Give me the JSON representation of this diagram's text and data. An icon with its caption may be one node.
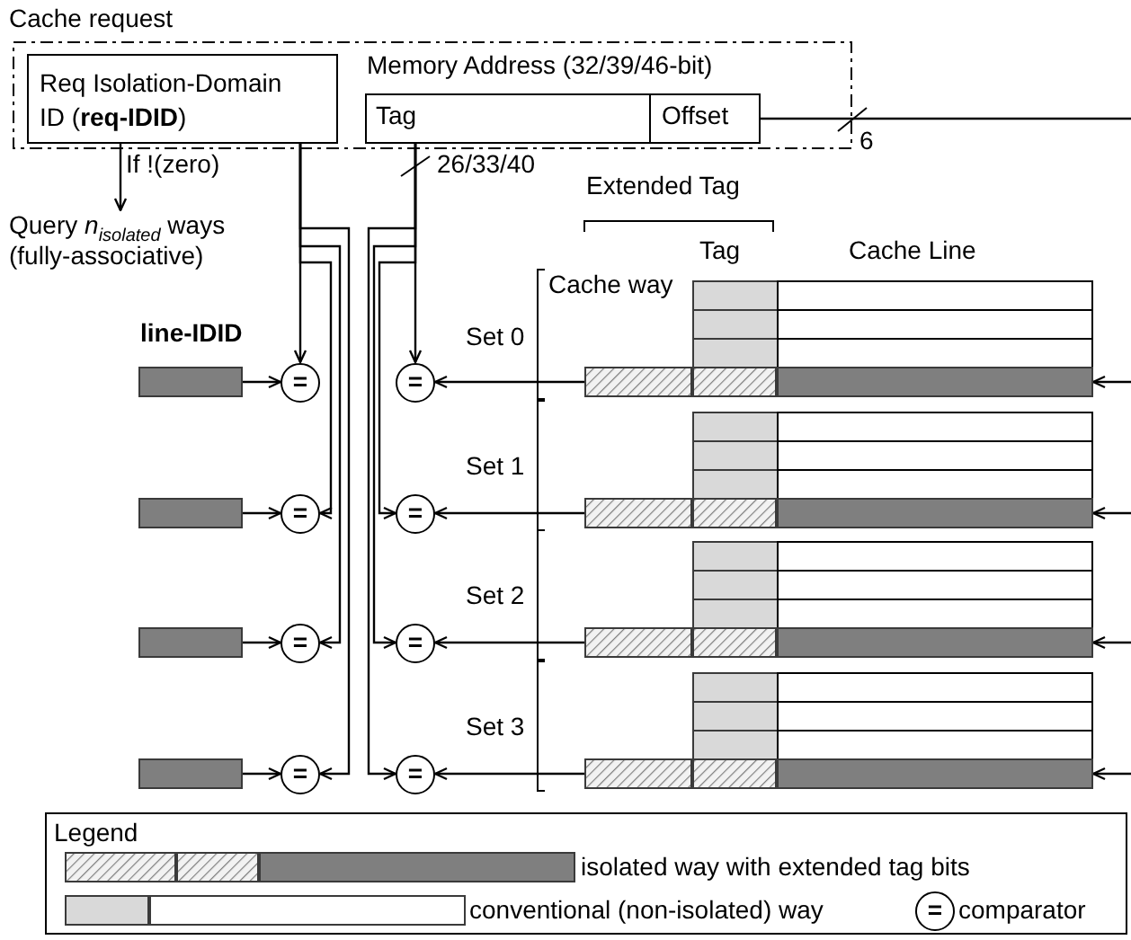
{
  "diagram": {
    "nodes": [
      {
        "text": [
          "Cache request"
        ]
      },
      {
        "text": [
          "Req Isolation-Domain ID (**req-IDID**)"
        ],
        "in": 0
      },
      {
        "text": [
          "Memory Address (32/39/46-bit)"
        ],
        "in": 0
      },
      {
        "text": [
          "Tag"
        ],
        "in": 2
      },
      {
        "text": [
          "Offset"
        ],
        "in": 2
      },
      {
        "text": [
          "Query *n*$_{isolated}$ ways (fully-associative)"
        ]
      },
      {
        "text": [
          "line-IDID"
        ]
      },
      {
        "text": [
          "="
        ]
      },
      {
        "text": [
          "="
        ]
      },
      {
        "text": [],
        "shape": "box"
      },
      {
        "text": [],
        "shape": "bar"
      },
      {
        "text": [
          "="
        ]
      },
      {
        "text": [
          "="
        ]
      },
      {
        "text": [],
        "shape": "box"
      },
      {
        "text": [],
        "shape": "bar"
      },
      {
        "text": [
          "="
        ]
      },
      {
        "text": [
          "="
        ]
      },
      {
        "text": [],
        "shape": "box"
      },
      {
        "text": [],
        "shape": "bar"
      },
      {
        "text": [
          "="
        ]
      },
      {
        "text": [
          "="
        ]
      },
      {
        "text": [],
        "shape": "box"
      }
    ],
    "edges": [
      {
        "from": 1,
        "to": 5,
        "arrow": "to",
        "label": "If !(zero)"
      },
      {
        "from": 1,
        "to": 7,
        "arrow": "to"
      },
      {
        "from": 1,
        "to": 11,
        "arrow": "to"
      },
      {
        "from": 1,
        "to": 15,
        "arrow": "to"
      },
      {
        "from": 1,
        "to": 19,
        "arrow": "to"
      },
      {
        "from": 3,
        "to": 8,
        "arrow": "to"
      },
      {
        "from": 3,
        "to": 12,
        "arrow": "to"
      },
      {
        "from": 3,
        "to": 16,
        "arrow": "to"
      },
      {
        "from": 3,
        "to": 20,
        "arrow": "to"
      },
      {
        "from": 6,
        "to": 7,
        "arrow": "to"
      },
      {
        "from": 10,
        "to": 11,
        "arrow": "to"
      },
      {
        "from": 14,
        "to": 15,
        "arrow": "to"
      },
      {
        "from": 18,
        "to": 19,
        "arrow": "to"
      },
      {
        "from": 9,
        "to": 8,
        "arrow": "to"
      },
      {
        "from": 13,
        "to": 12,
        "arrow": "to"
      },
      {
        "from": 17,
        "to": 16,
        "arrow": "to"
      },
      {
        "from": 21,
        "to": 20,
        "arrow": "to"
      },
      {
        "from": 4,
        "to": null,
        "arrow": "none"
      },
      {
        "from": null,
        "to": 9,
        "arrow": "to"
      },
      {
        "from": null,
        "to": 13,
        "arrow": "to"
      },
      {
        "from": null,
        "to": 17,
        "arrow": "to"
      },
      {
        "from": null,
        "to": 21,
        "arrow": "to"
      }
    ],
    "labels": [
      "6",
      "26/33/40",
      "Extended Tag",
      "Tag",
      "Cache Line",
      "Cache way",
      "Set 0",
      "Set 1",
      "Set 2",
      "Set 3",
      "Legend",
      "="
    ],
    "legend": [
      {
        "text": "isolated way with extended tag bits"
      },
      {
        "text": "conventional (non-isolated) way"
      },
      {
        "text": "comparator"
      }
    ]
  }
}
